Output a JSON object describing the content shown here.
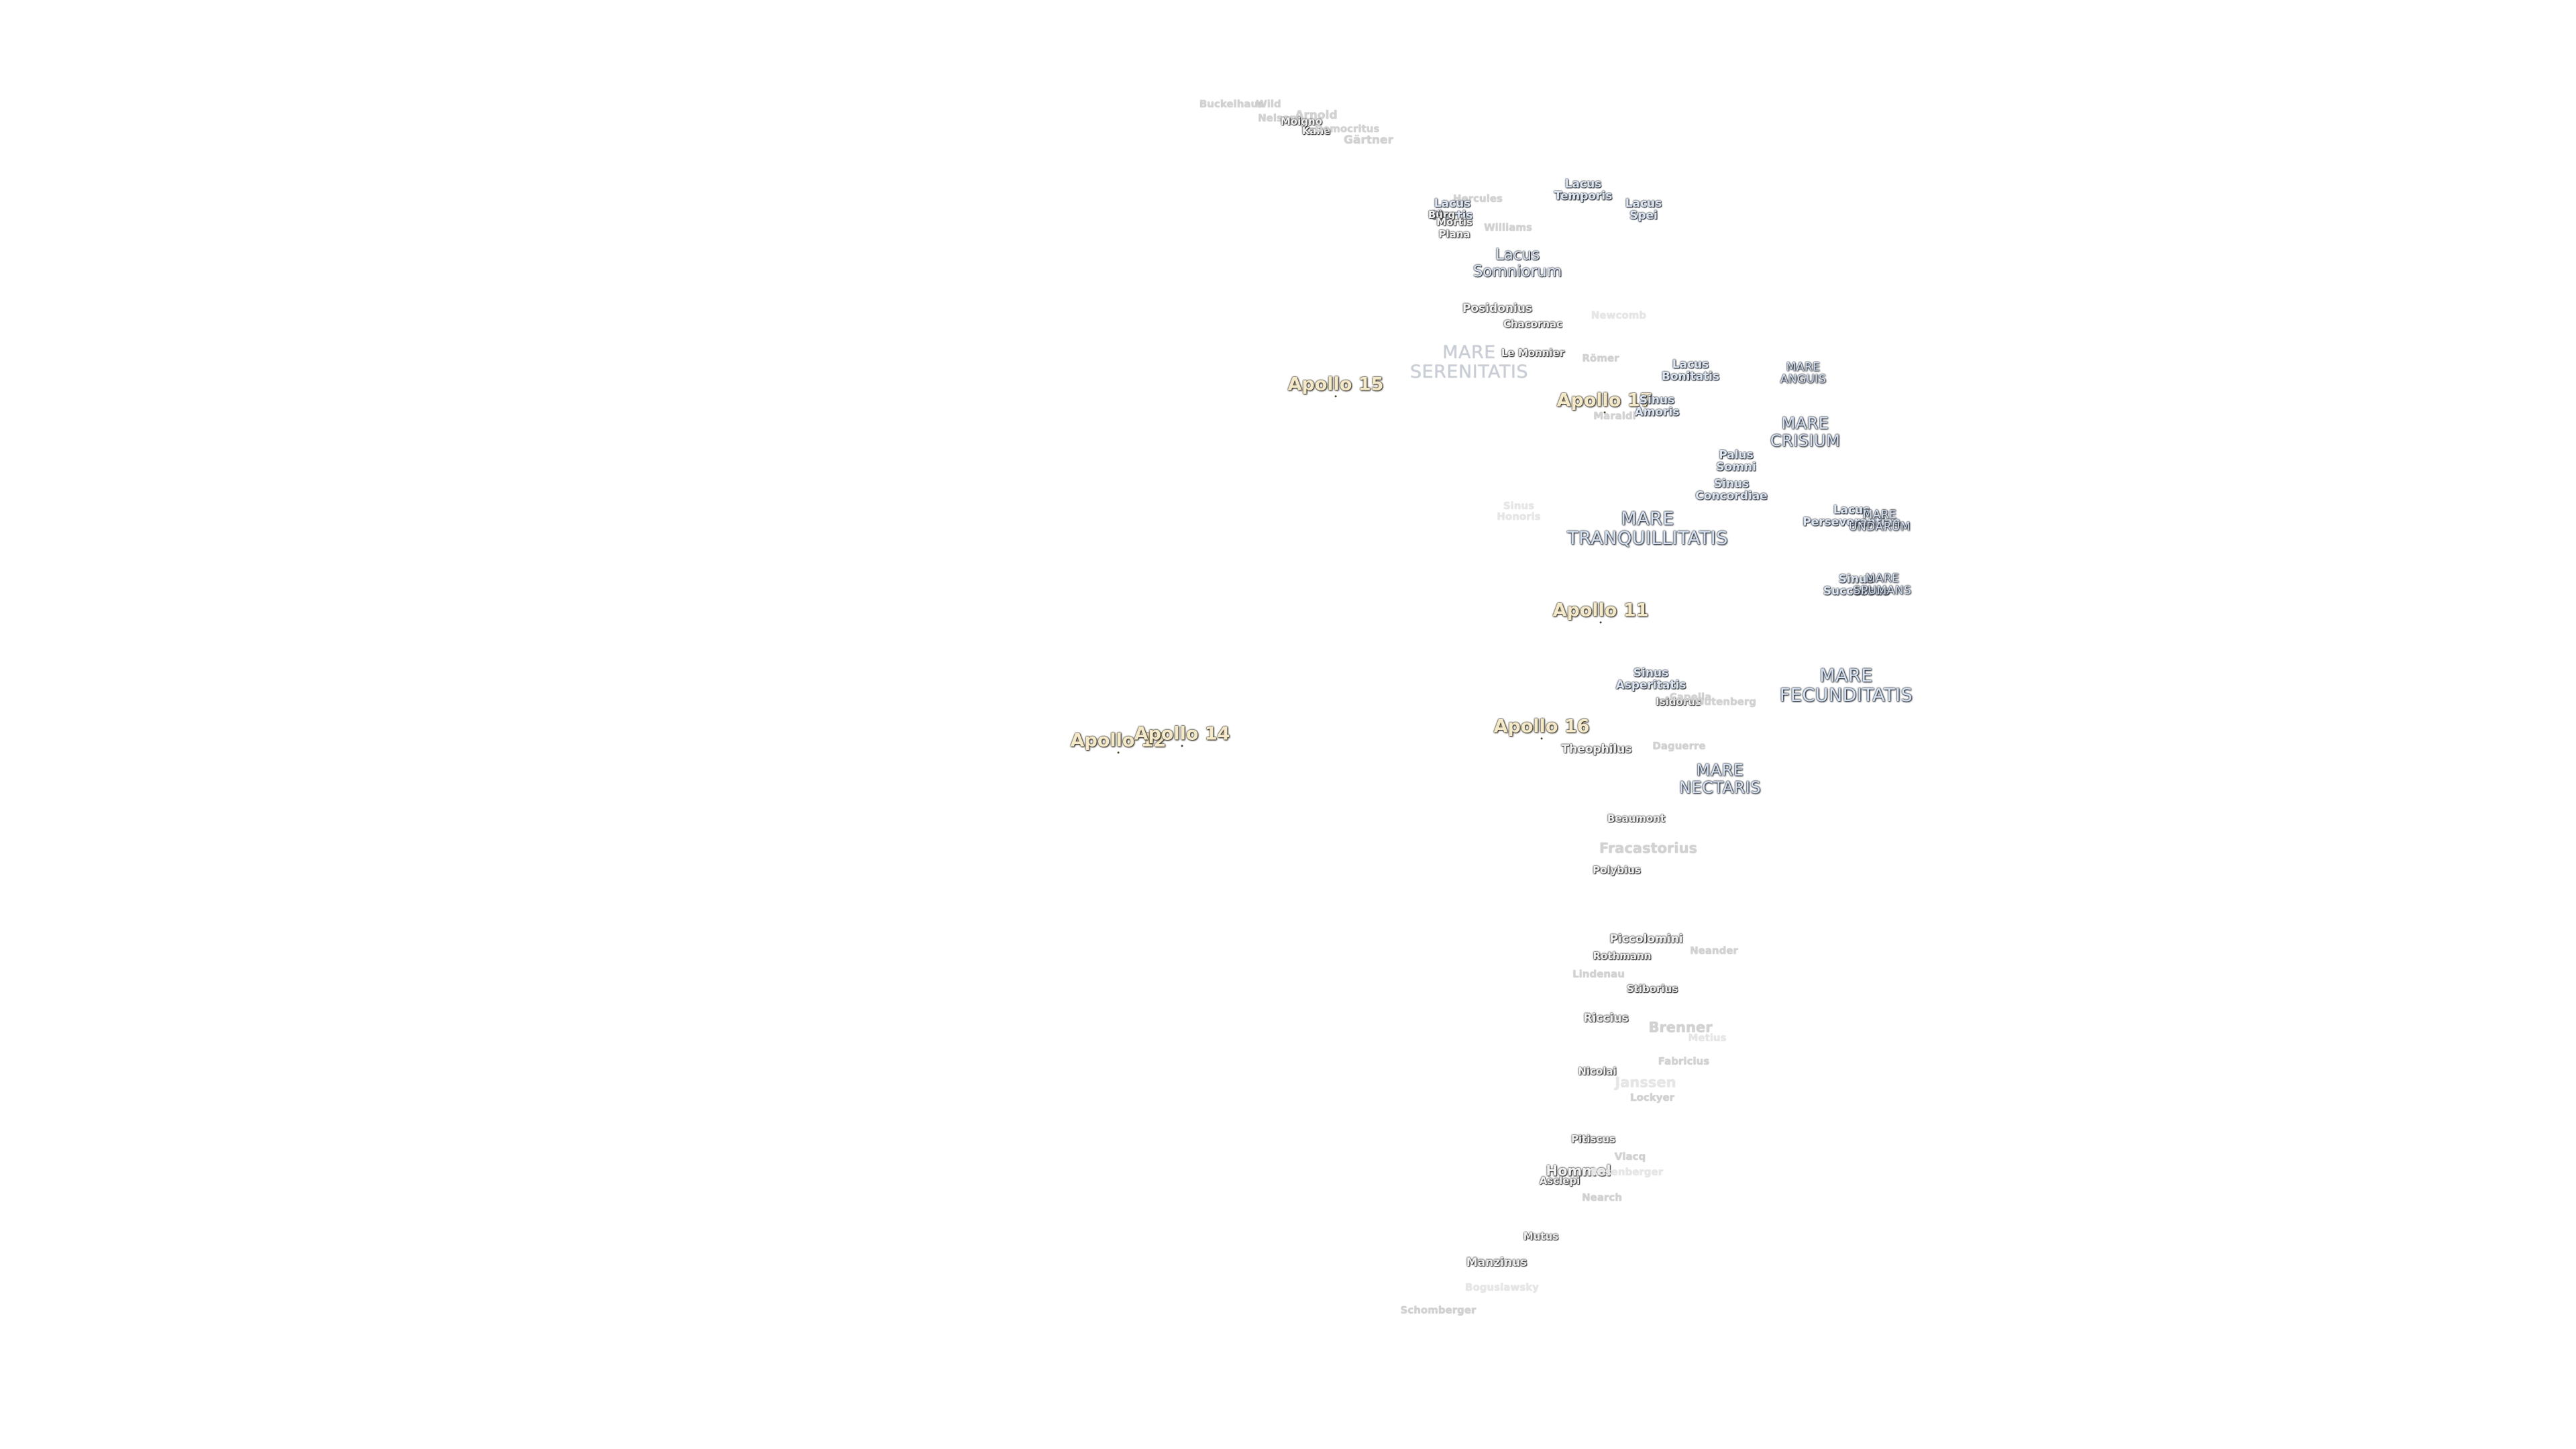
{
  "labels": [
    {
      "id": "bucksbaum",
      "text": "Buckelhaus",
      "kind": "crater small faint"
    },
    {
      "id": "wild",
      "text": "Wild",
      "kind": "crater small faint"
    },
    {
      "id": "nelson",
      "text": "Nelson",
      "kind": "crater small faint"
    },
    {
      "id": "arnold",
      "text": "Arnold",
      "kind": "crater faint"
    },
    {
      "id": "moigno",
      "text": "Moigno",
      "kind": "crater small"
    },
    {
      "id": "kane",
      "text": "Kane",
      "kind": "crater small"
    },
    {
      "id": "democritus",
      "text": "Democritus",
      "kind": "crater small faint"
    },
    {
      "id": "gartner",
      "text": "Gärtner",
      "kind": "crater faint"
    },
    {
      "id": "hercules",
      "text": "Hercules",
      "kind": "crater small faint"
    },
    {
      "id": "lacus-temporis",
      "text": "Lacus\nTemporis",
      "kind": "lacus"
    },
    {
      "id": "lacus-mortis",
      "text": "Lacus\nMortis",
      "kind": "lacus"
    },
    {
      "id": "burg",
      "text": "Bürg",
      "kind": "crater small"
    },
    {
      "id": "mortis",
      "text": "Mortis",
      "kind": "crater small"
    },
    {
      "id": "plana",
      "text": "Plana",
      "kind": "crater small"
    },
    {
      "id": "lacus-spei",
      "text": "Lacus\nSpei",
      "kind": "lacus"
    },
    {
      "id": "williams",
      "text": "Williams",
      "kind": "crater small faint"
    },
    {
      "id": "lacus-somniorum",
      "text": "Lacus\nSomniorum",
      "kind": "lacus big"
    },
    {
      "id": "posidonius",
      "text": "Posidonius",
      "kind": "crater"
    },
    {
      "id": "chacornac",
      "text": "Chacornac",
      "kind": "crater small"
    },
    {
      "id": "newcomb",
      "text": "Newcomb",
      "kind": "crater small xfaint"
    },
    {
      "id": "mare-serenitatis",
      "text": "MARE\nSERENITATIS",
      "kind": "mare m-faint"
    },
    {
      "id": "le-monnier",
      "text": "Le Monnier",
      "kind": "crater small"
    },
    {
      "id": "romer",
      "text": "Römer",
      "kind": "crater small faint"
    },
    {
      "id": "lacus-bonitatis",
      "text": "Lacus\nBonitatis",
      "kind": "lacus"
    },
    {
      "id": "mare-anguis",
      "text": "MARE\nANGUIS",
      "kind": "mare m-small"
    },
    {
      "id": "apollo-15",
      "text": "Apollo 15",
      "kind": "apollo"
    },
    {
      "id": "apollo-17",
      "text": "Apollo 17",
      "kind": "apollo"
    },
    {
      "id": "sinus-amoris",
      "text": "Sinus\nAmoris",
      "kind": "lacus"
    },
    {
      "id": "maraldi",
      "text": "Maraldi",
      "kind": "crater small faint"
    },
    {
      "id": "mare-crisium",
      "text": "MARE\nCRISIUM",
      "kind": "mare m-med"
    },
    {
      "id": "palus-somni",
      "text": "Palus\nSomni",
      "kind": "lacus"
    },
    {
      "id": "sinus-concordiae",
      "text": "Sinus\nConcordiae",
      "kind": "lacus"
    },
    {
      "id": "sinus-honoris",
      "text": "Sinus\nHonoris",
      "kind": "crater small xfaint"
    },
    {
      "id": "mare-tranquillitatis",
      "text": "MARE\nTRANQUILLITATIS",
      "kind": "mare"
    },
    {
      "id": "lacus-perseverantiae",
      "text": "Lacus\nPerseverantiae",
      "kind": "lacus"
    },
    {
      "id": "mare-undarum",
      "text": "MARE\nUNDARUM",
      "kind": "mare m-small"
    },
    {
      "id": "apollo-11",
      "text": "Apollo 11",
      "kind": "apollo"
    },
    {
      "id": "sinus-successus",
      "text": "Sinus\nSuccessus",
      "kind": "lacus"
    },
    {
      "id": "mare-spumans",
      "text": "MARE\nSPUMANS",
      "kind": "mare m-small"
    },
    {
      "id": "sinus-asperitatis",
      "text": "Sinus\nAsperitatis",
      "kind": "lacus"
    },
    {
      "id": "isidorus",
      "text": "Isidorus",
      "kind": "crater small"
    },
    {
      "id": "capella",
      "text": "Capella",
      "kind": "crater small faint"
    },
    {
      "id": "gutenberg",
      "text": "Gutenberg",
      "kind": "crater small faint"
    },
    {
      "id": "mare-fecunditatis",
      "text": "MARE\nFECUNDITATIS",
      "kind": "mare"
    },
    {
      "id": "apollo-12",
      "text": "Apollo 12",
      "kind": "apollo"
    },
    {
      "id": "apollo-14",
      "text": "Apollo 14",
      "kind": "apollo"
    },
    {
      "id": "apollo-16",
      "text": "Apollo 16",
      "kind": "apollo"
    },
    {
      "id": "theophilus",
      "text": "Theophilus",
      "kind": "crater"
    },
    {
      "id": "daguerre",
      "text": "Daguerre",
      "kind": "crater small faint"
    },
    {
      "id": "mare-nectaris",
      "text": "MARE\nNECTARIS",
      "kind": "mare m-med"
    },
    {
      "id": "beaumont",
      "text": "Beaumont",
      "kind": "crater small"
    },
    {
      "id": "fracastorius",
      "text": "Fracastorius",
      "kind": "crater big faint"
    },
    {
      "id": "polybius",
      "text": "Polybius",
      "kind": "crater small"
    },
    {
      "id": "piccolomini",
      "text": "Piccolomini",
      "kind": "crater"
    },
    {
      "id": "rothmann",
      "text": "Rothmann",
      "kind": "crater small"
    },
    {
      "id": "neander",
      "text": "Neander",
      "kind": "crater small faint"
    },
    {
      "id": "lindenau",
      "text": "Lindenau",
      "kind": "crater small faint"
    },
    {
      "id": "stiborius",
      "text": "Stiborius",
      "kind": "crater small"
    },
    {
      "id": "riccius",
      "text": "Riccius",
      "kind": "crater"
    },
    {
      "id": "brenner",
      "text": "Brenner",
      "kind": "crater big faint"
    },
    {
      "id": "metius",
      "text": "Metius",
      "kind": "crater small xfaint"
    },
    {
      "id": "fabricius",
      "text": "Fabricius",
      "kind": "crater small faint"
    },
    {
      "id": "nicolai",
      "text": "Nicolai",
      "kind": "crater small"
    },
    {
      "id": "janssen",
      "text": "Janssen",
      "kind": "crater big xfaint"
    },
    {
      "id": "lockyer",
      "text": "Lockyer",
      "kind": "crater small faint"
    },
    {
      "id": "pitiscus",
      "text": "Pitiscus",
      "kind": "crater small"
    },
    {
      "id": "vlacq",
      "text": "Vlacq",
      "kind": "crater small faint"
    },
    {
      "id": "hommel",
      "text": "Hommel",
      "kind": "crater big"
    },
    {
      "id": "asclepi",
      "text": "Asclepi",
      "kind": "crater small"
    },
    {
      "id": "rosenberger",
      "text": "Rosenberger",
      "kind": "crater small xfaint"
    },
    {
      "id": "nearch",
      "text": "Nearch",
      "kind": "crater small faint"
    },
    {
      "id": "mutus",
      "text": "Mutus",
      "kind": "crater small"
    },
    {
      "id": "manzinus",
      "text": "Manzinus",
      "kind": "crater"
    },
    {
      "id": "boguslawsky",
      "text": "Boguslawsky",
      "kind": "crater small xfaint"
    },
    {
      "id": "schomberger",
      "text": "Schomberger",
      "kind": "crater small faint"
    }
  ]
}
